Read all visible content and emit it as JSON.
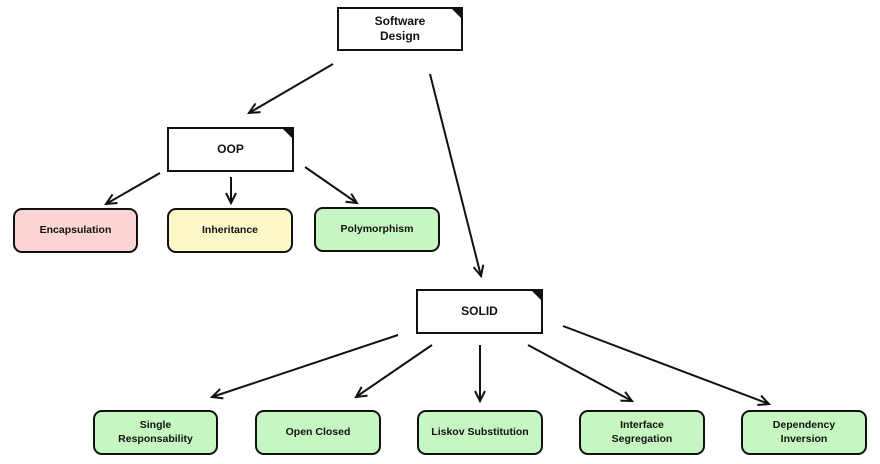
{
  "colors": {
    "stroke": "#111111",
    "encapsulation_fill": "#fdd4d4",
    "inheritance_fill": "#fdf8c8",
    "green_fill": "#c6f7c0"
  },
  "nodes": {
    "software_design": {
      "label": "Software\nDesign"
    },
    "oop": {
      "label": "OOP"
    },
    "encapsulation": {
      "label": "Encapsulation"
    },
    "inheritance": {
      "label": "Inheritance"
    },
    "polymorphism": {
      "label": "Polymorphism"
    },
    "solid": {
      "label": "SOLID"
    },
    "single_responsability": {
      "label": "Single\nResponsability"
    },
    "open_closed": {
      "label": "Open Closed"
    },
    "liskov_substitution": {
      "label": "Liskov Substitution"
    },
    "interface_segregation": {
      "label": "Interface\nSegregation"
    },
    "dependency_inversion": {
      "label": "Dependency\nInversion"
    }
  },
  "edges": [
    {
      "from": "software_design",
      "to": "oop"
    },
    {
      "from": "software_design",
      "to": "solid"
    },
    {
      "from": "oop",
      "to": "encapsulation"
    },
    {
      "from": "oop",
      "to": "inheritance"
    },
    {
      "from": "oop",
      "to": "polymorphism"
    },
    {
      "from": "solid",
      "to": "single_responsability"
    },
    {
      "from": "solid",
      "to": "open_closed"
    },
    {
      "from": "solid",
      "to": "liskov_substitution"
    },
    {
      "from": "solid",
      "to": "interface_segregation"
    },
    {
      "from": "solid",
      "to": "dependency_inversion"
    }
  ]
}
